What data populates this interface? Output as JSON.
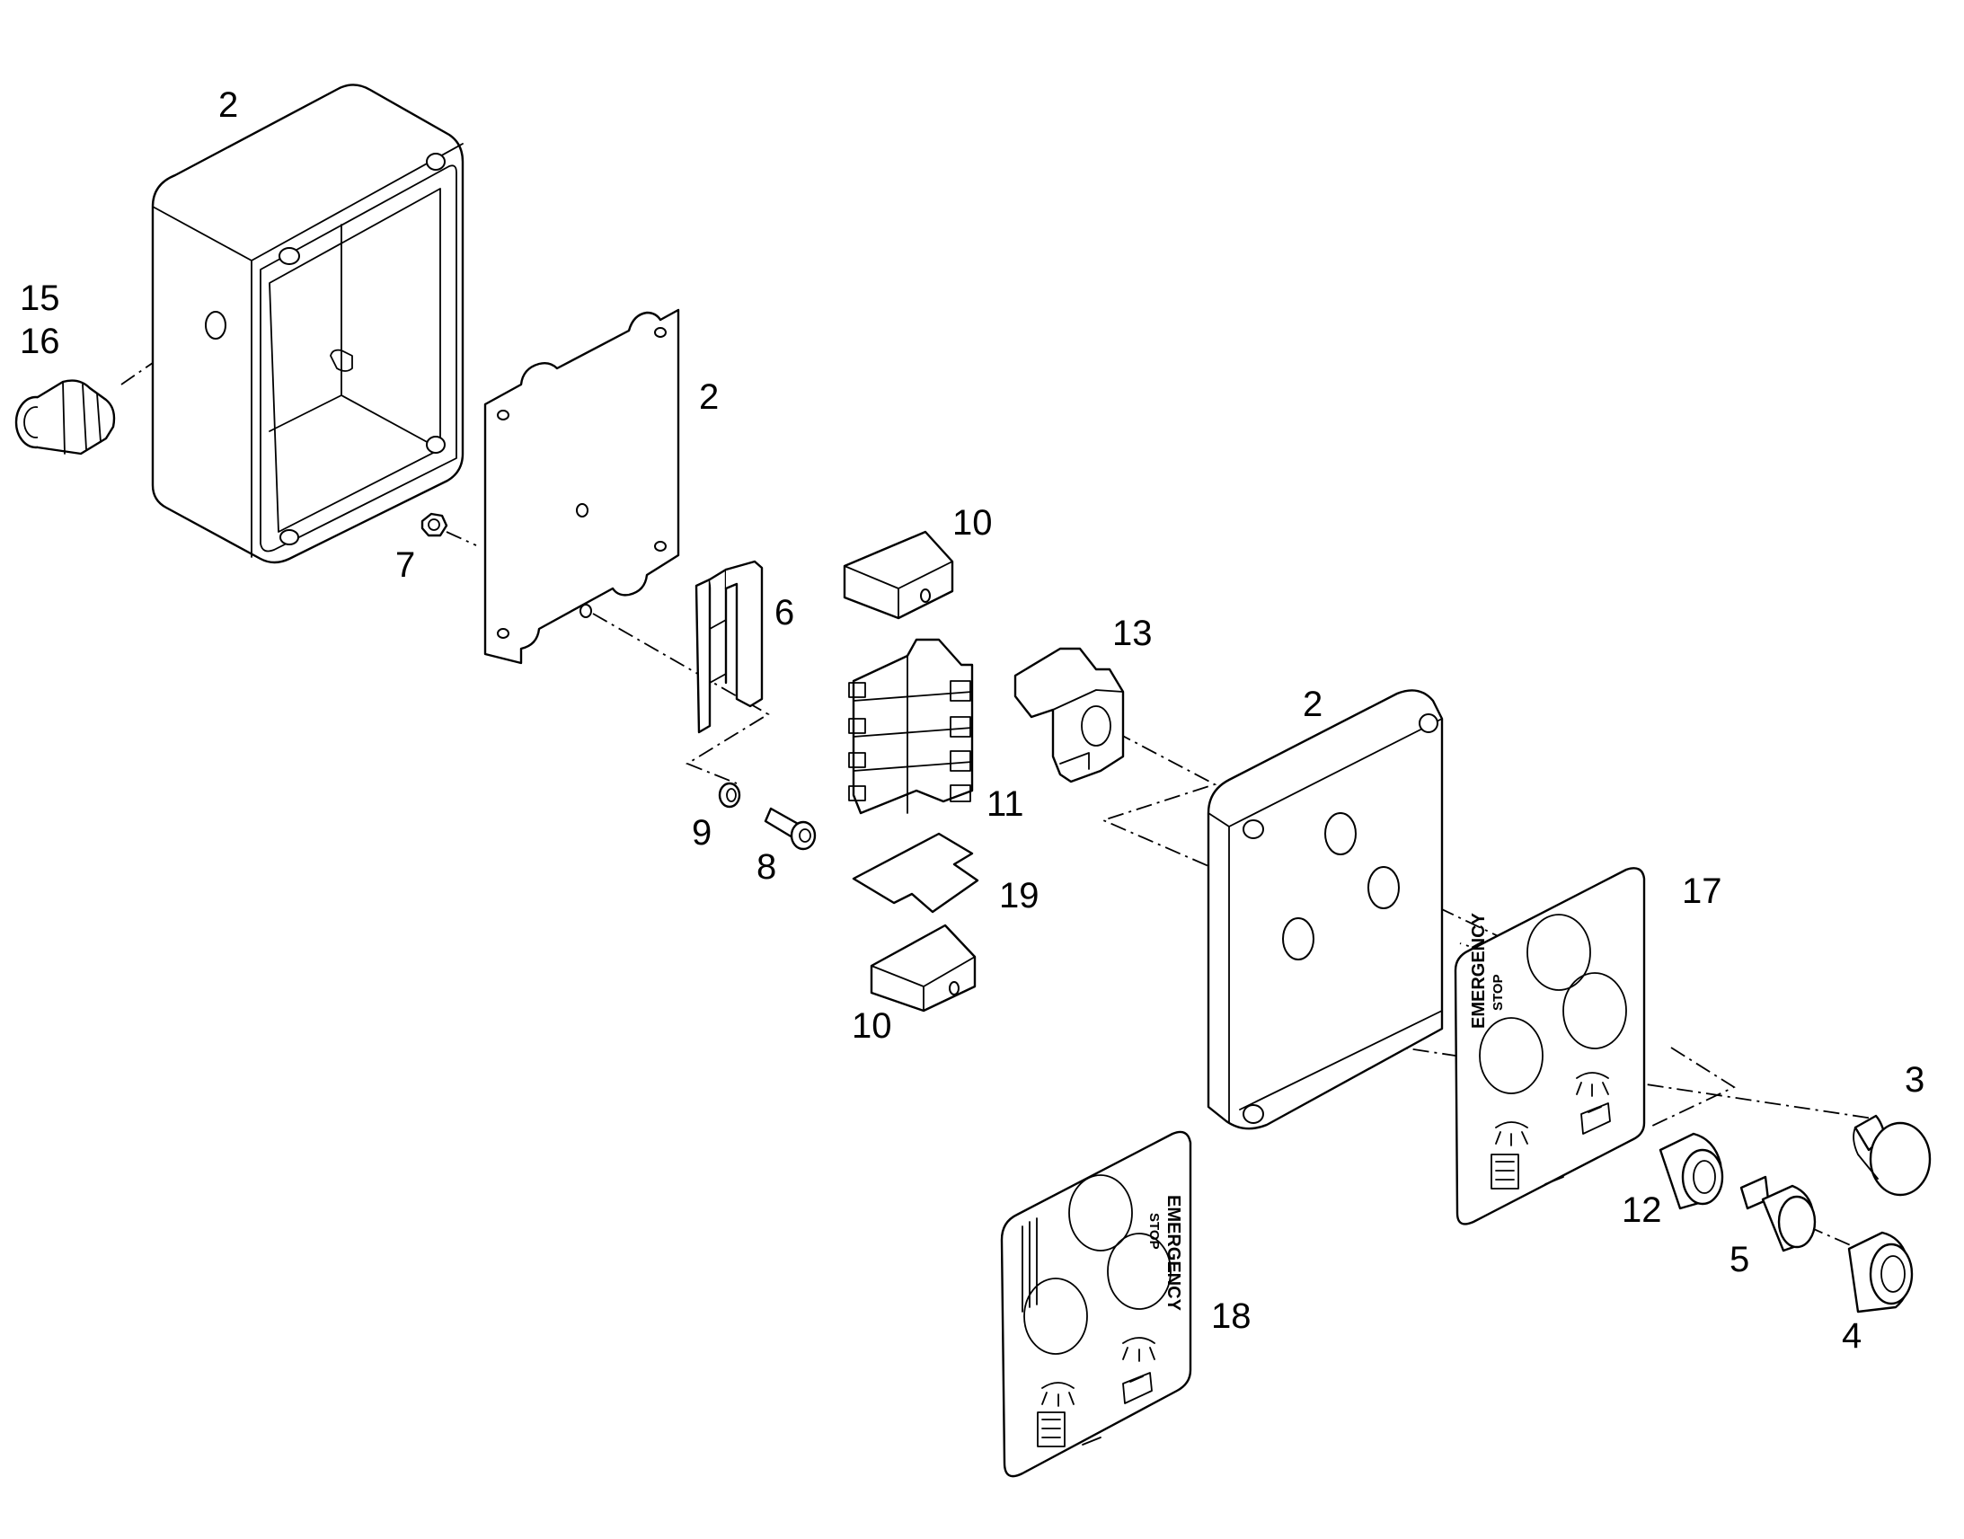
{
  "callouts": {
    "box_top": "2",
    "gland_a": "15",
    "gland_b": "16",
    "mounting_plate": "2",
    "nut": "7",
    "rail": "6",
    "end_cover_top": "10",
    "contact_block_holder": "13",
    "lid": "2",
    "washer": "9",
    "screw": "8",
    "contact_blocks": "11",
    "insulating_plate": "19",
    "end_cover_bottom": "10",
    "legend_plate_front": "17",
    "mushroom_button": "3",
    "adapter_ring": "12",
    "pushbutton": "5",
    "cap": "4",
    "legend_plate_spare": "18"
  },
  "legend_plate": {
    "line1": "EMERGENCY",
    "line2": "STOP"
  }
}
